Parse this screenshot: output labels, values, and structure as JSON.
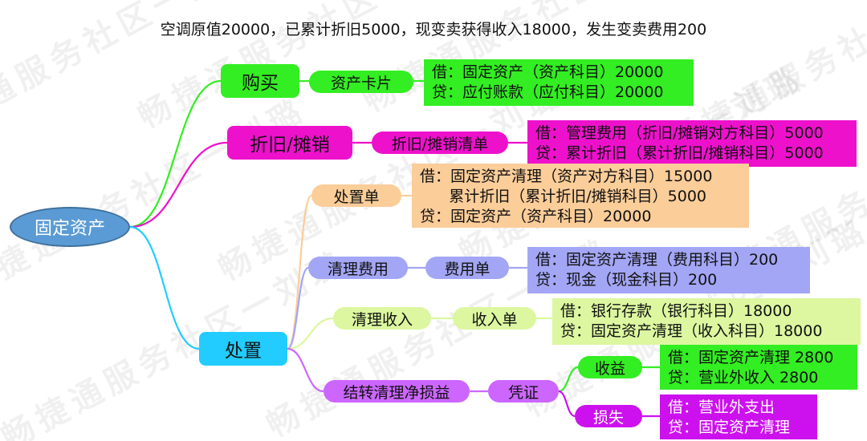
{
  "title": "空调原值20000，已累计折旧5000，现变卖获得收入18000，发生变卖费用200",
  "root": "固定资产",
  "watermark": "畅捷通服务社区一刘璐",
  "colors": {
    "green": "#33ee22",
    "magenta": "#ee11cc",
    "cyan": "#22ccff",
    "orange": "#fbcd99",
    "lavender": "#a3a6f5",
    "lightgreen": "#dcf7a0",
    "violet": "#cc66ff",
    "purple": "#cc11ee"
  },
  "branches": {
    "purchase": {
      "label": "购买",
      "doc": "资产卡片",
      "entry": [
        "借：固定资产（资产科目）20000",
        "贷：应付账款（应付科目）20000"
      ]
    },
    "depreciation": {
      "label": "折旧/摊销",
      "doc": "折旧/摊销清单",
      "entry": [
        "借：管理费用（折旧/摊销对方科目）5000",
        "贷：累计折旧（累计折旧/摊销科目）5000"
      ]
    },
    "disposal": {
      "label": "处置",
      "disposal_doc": {
        "doc": "处置单",
        "entry": [
          "借：固定资产清理（资产对方科目）15000",
          "      累计折旧（累计折旧/摊销科目）5000",
          "贷：固定资产（资产科目）20000"
        ]
      },
      "cleanup_cost": {
        "label": "清理费用",
        "doc": "费用单",
        "entry": [
          "借：固定资产清理（费用科目）200",
          "贷：现金（现金科目）200"
        ]
      },
      "cleanup_income": {
        "label": "清理收入",
        "doc": "收入单",
        "entry": [
          "借：银行存款（银行科目）18000",
          "贷：固定资产清理（收入科目）18000"
        ]
      },
      "net_gain_loss": {
        "label": "结转清理净损益",
        "doc": "凭证",
        "gain": {
          "label": "收益",
          "entry": [
            "借：固定资产清理 2800",
            "贷：营业外收入 2800"
          ]
        },
        "loss": {
          "label": "损失",
          "entry": [
            "借：营业外支出",
            "贷：固定资产清理"
          ]
        }
      }
    }
  }
}
